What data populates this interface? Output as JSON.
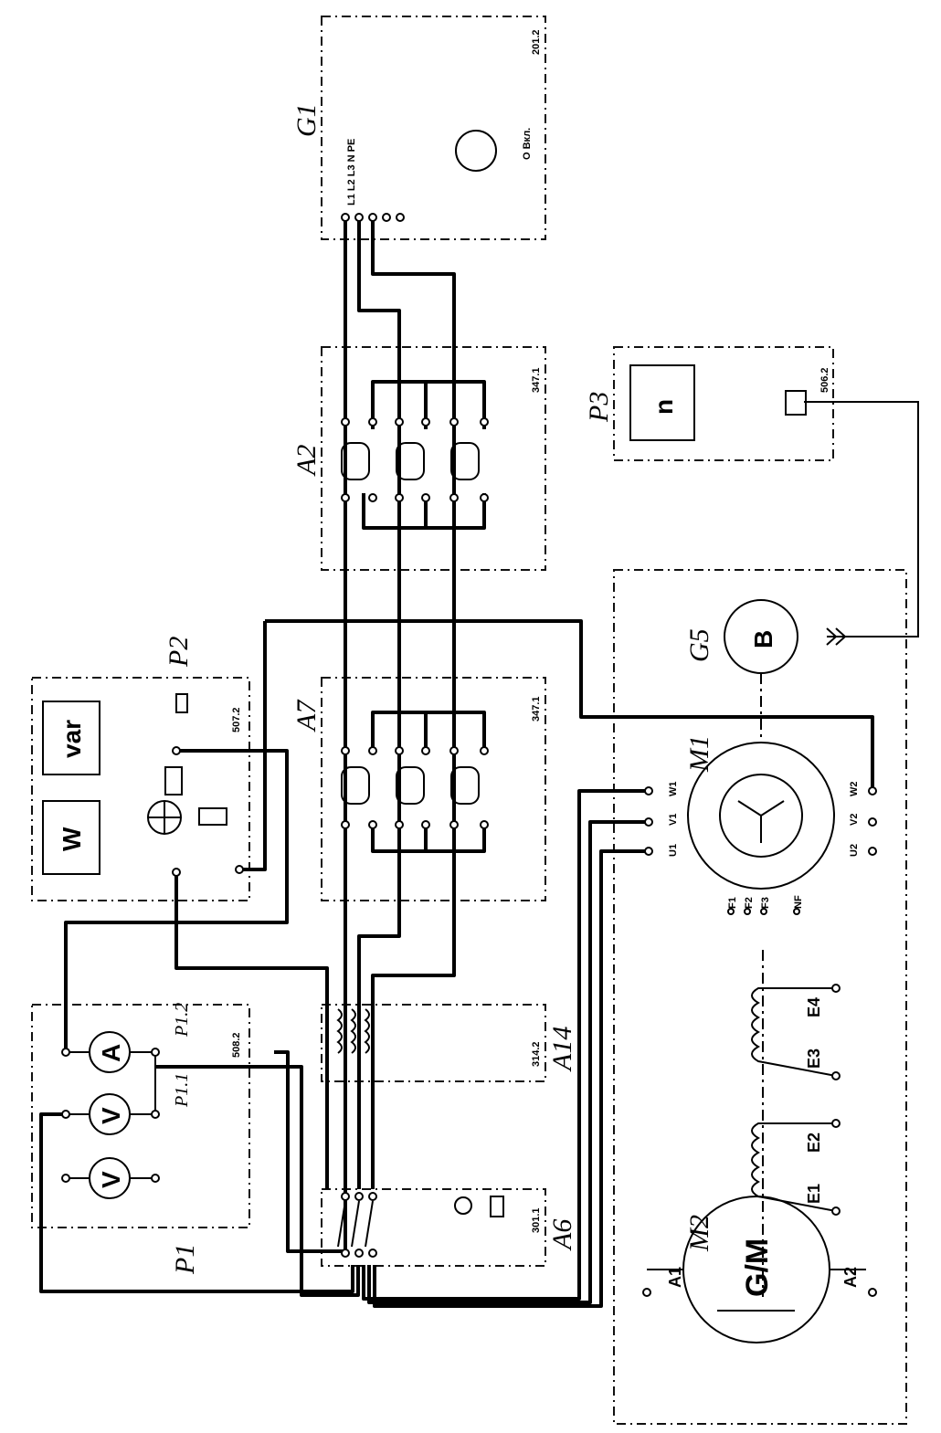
{
  "blocks": {
    "G1": {
      "label": "G1",
      "code": "201.2",
      "switch": "O Вкл.",
      "terminals": "L1 L2 L3 N PE"
    },
    "A2": {
      "label": "A2",
      "code": "347.1"
    },
    "A7": {
      "label": "A7",
      "code": "347.1"
    },
    "P3": {
      "label": "P3",
      "code": "506.2",
      "display": "n"
    },
    "P2": {
      "label": "P2",
      "code": "507.2",
      "meter_w": "W",
      "meter_var": "var"
    },
    "G5": {
      "label": "G5",
      "symbol": "B"
    },
    "M1": {
      "label": "M1",
      "pins": [
        "W1",
        "V1",
        "U1",
        "W2",
        "V2",
        "U2",
        "F1",
        "F2",
        "F3",
        "NF"
      ]
    },
    "A14": {
      "label": "A14",
      "code": "314.2"
    },
    "A6": {
      "label": "A6",
      "code": "301.1"
    },
    "P1": {
      "label": "P1",
      "code": "508.2",
      "sub1": "P1.1",
      "sub2": "P1.2",
      "ammeter": "A",
      "voltmeter": "V"
    },
    "M2": {
      "label": "M2",
      "symbol": "G/M",
      "pins": [
        "A1",
        "A2",
        "E1",
        "E2",
        "E3",
        "E4"
      ]
    }
  }
}
